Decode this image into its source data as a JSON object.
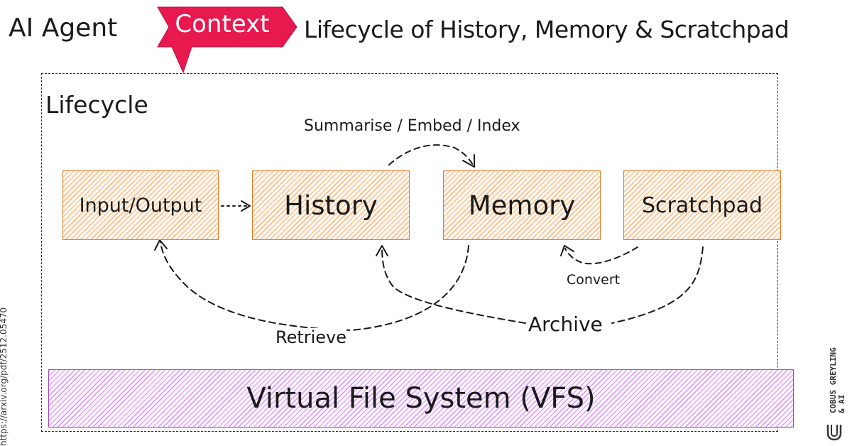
{
  "title": {
    "prefix": "AI Agent",
    "badge": "Context",
    "suffix": "Lifecycle of History, Memory & Scratchpad"
  },
  "frame": {
    "label": "Lifecycle"
  },
  "nodes": {
    "input_output": "Input/Output",
    "history": "History",
    "memory": "Memory",
    "scratchpad": "Scratchpad",
    "vfs": "Virtual File System (VFS)"
  },
  "edges": {
    "summarise": "Summarise / Embed / Index",
    "convert": "Convert",
    "archive": "Archive",
    "retrieve": "Retrieve"
  },
  "source_url": "https://arxiv.org/pdf/2512.05470",
  "brand": {
    "line1": "COBUS GREYLING",
    "line2": "& AI"
  },
  "colors": {
    "badge": "#e8194f",
    "orange": "#e37b26",
    "purple": "#a23fd6",
    "ink": "#1a1a1a"
  }
}
